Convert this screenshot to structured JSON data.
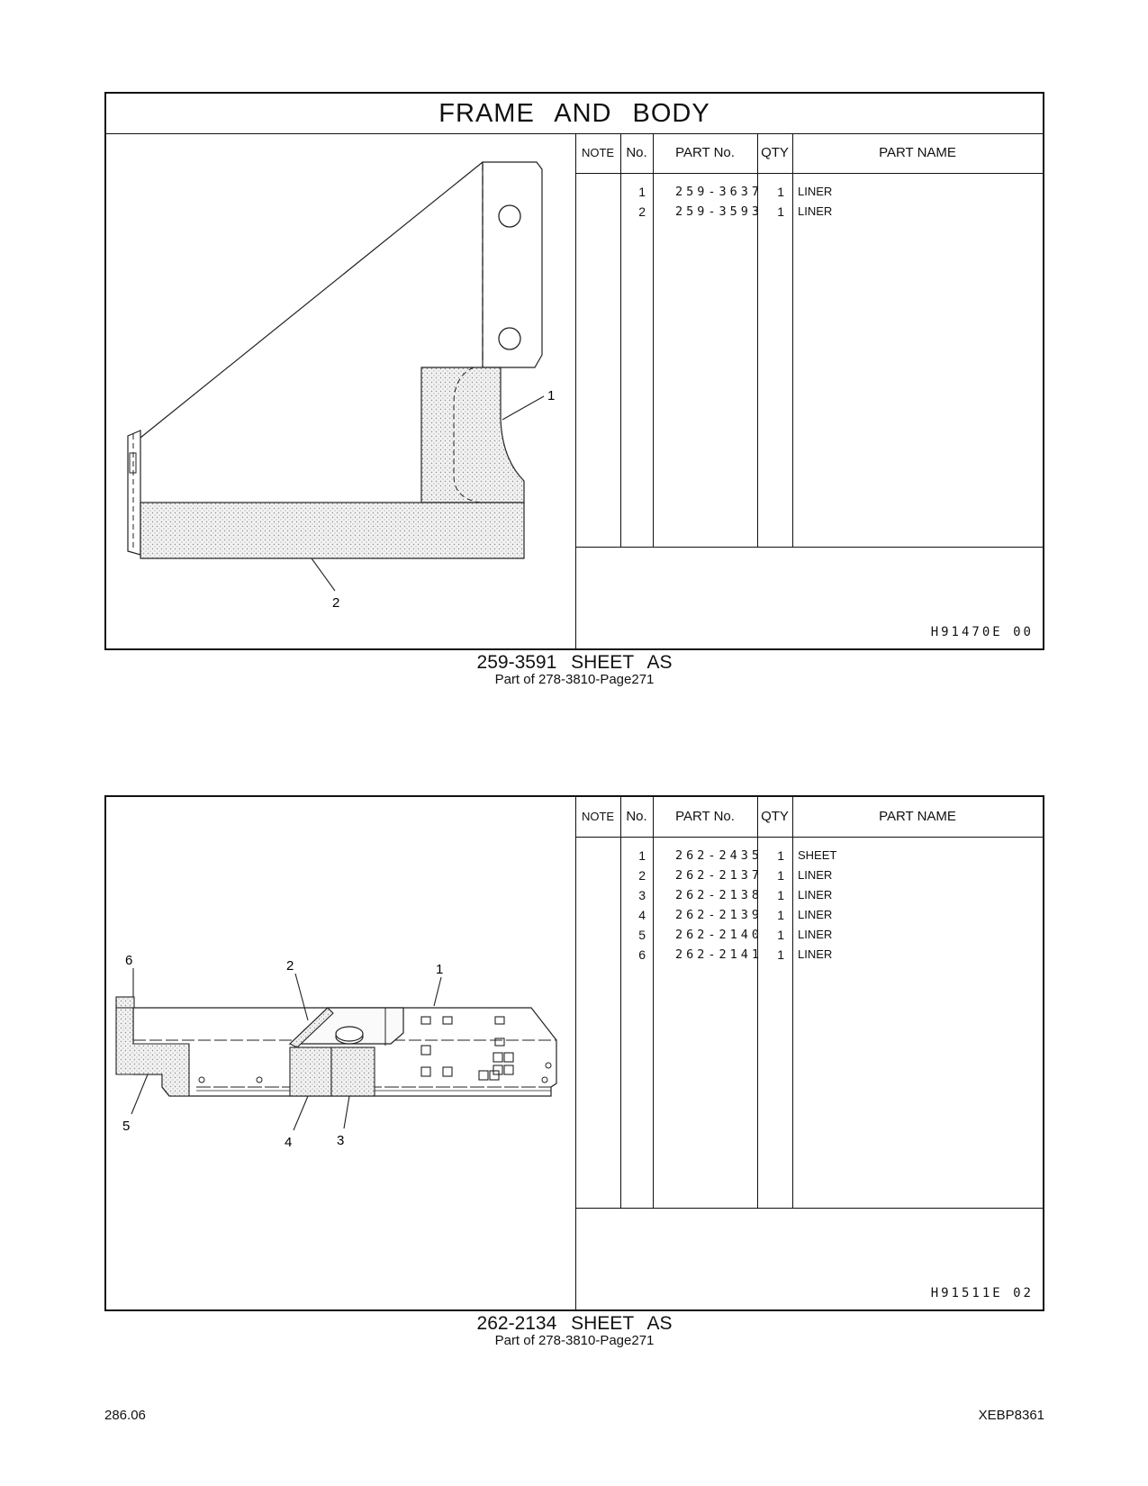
{
  "section_title": "FRAME  AND  BODY",
  "table_headers": {
    "note": "NOTE",
    "no": "No.",
    "part_no": "PART No.",
    "qty": "QTY",
    "part_name": "PART NAME"
  },
  "groups": [
    {
      "callouts": [
        "1",
        "2"
      ],
      "parts": [
        {
          "no": "1",
          "part_no": "259-3637",
          "qty": "1",
          "name": "LINER"
        },
        {
          "no": "2",
          "part_no": "259-3593",
          "qty": "1",
          "name": "LINER"
        }
      ],
      "illustration_code": "H91470E    00",
      "caption": "259-3591  SHEET  AS",
      "subcaption": "Part of 278-3810-Page271"
    },
    {
      "callouts": [
        "1",
        "2",
        "3",
        "4",
        "5",
        "6"
      ],
      "parts": [
        {
          "no": "1",
          "part_no": "262-2435",
          "qty": "1",
          "name": "SHEET"
        },
        {
          "no": "2",
          "part_no": "262-2137",
          "qty": "1",
          "name": "LINER"
        },
        {
          "no": "3",
          "part_no": "262-2138",
          "qty": "1",
          "name": "LINER"
        },
        {
          "no": "4",
          "part_no": "262-2139",
          "qty": "1",
          "name": "LINER"
        },
        {
          "no": "5",
          "part_no": "262-2140",
          "qty": "1",
          "name": "LINER"
        },
        {
          "no": "6",
          "part_no": "262-2141",
          "qty": "1",
          "name": "LINER"
        }
      ],
      "illustration_code": "H91511E    02",
      "caption": "262-2134  SHEET  AS",
      "subcaption": "Part of 278-3810-Page271"
    }
  ],
  "footer": {
    "page_number": "286.06",
    "doc_id": "XEBP8361"
  }
}
